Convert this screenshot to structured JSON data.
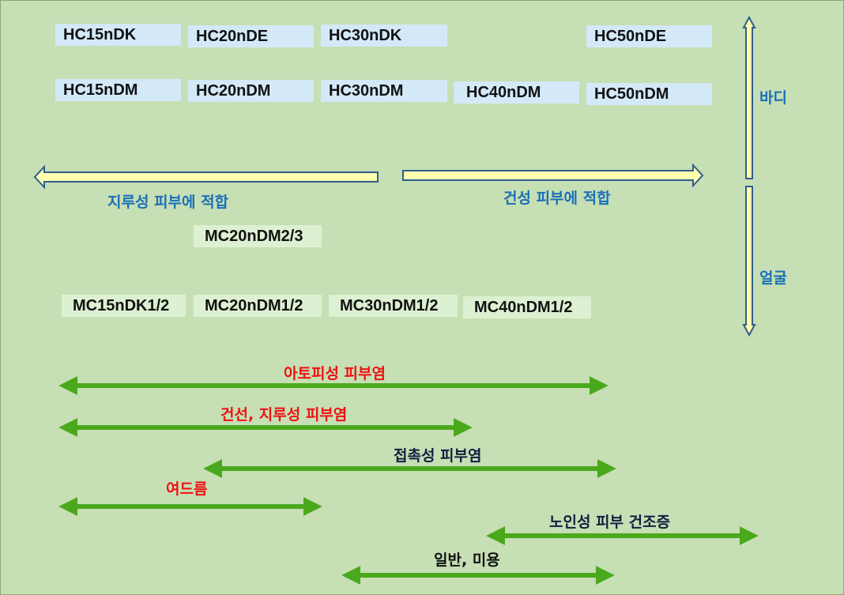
{
  "body_products": [
    "HC15nDK",
    "HC20nDE",
    "HC30nDK",
    "HC50nDE",
    "HC15nDM",
    "HC20nDM",
    "HC30nDM",
    "HC40nDM",
    "HC50nDM"
  ],
  "face_products": [
    "MC20nDM2/3",
    "MC15nDK1/2",
    "MC20nDM1/2",
    "MC30nDM1/2",
    "MC40nDM1/2"
  ],
  "axis": {
    "oily_label": "지루성 피부에 적합",
    "dry_label": "건성 피부에 적합",
    "body_label": "바디",
    "face_label": "얼굴"
  },
  "conditions": [
    {
      "label": "아토피성 피부염",
      "color": "#ee1111"
    },
    {
      "label": "건선, 지루성 피부염",
      "color": "#ee1111"
    },
    {
      "label": "접촉성 피부염",
      "color": "#102040"
    },
    {
      "label": "여드름",
      "color": "#ee1111"
    },
    {
      "label": "노인성 피부 건조증",
      "color": "#102040"
    },
    {
      "label": "일반, 미용",
      "color": "#111111"
    }
  ],
  "colors": {
    "background": "#c6dfb4",
    "body_box": "#d3e9f8",
    "face_box": "#ddf1d2",
    "range_arrow": "#4aa81c",
    "axis_arrow_fill": "#ffffb0",
    "axis_label": "#1a6fb8"
  }
}
